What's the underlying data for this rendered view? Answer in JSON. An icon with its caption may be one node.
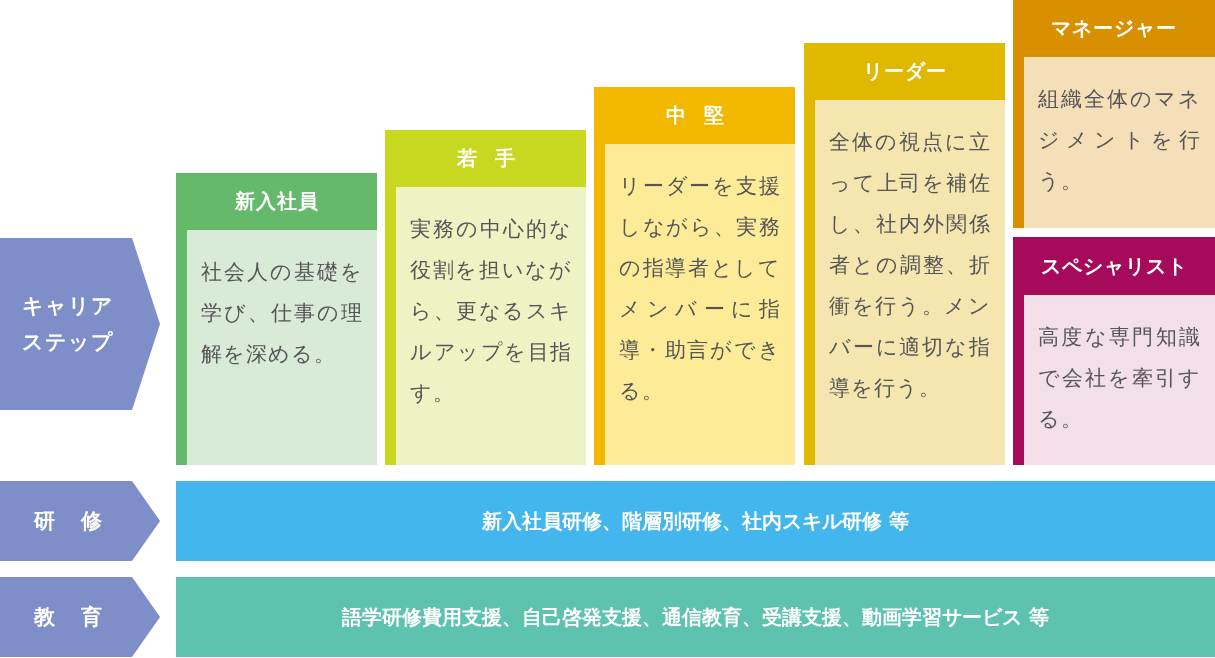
{
  "diagram": {
    "nodes": [
      {
        "text": [
          "キャリアステップ"
        ]
      },
      {
        "text": [
          "新入社員",
          "社会人の基礎を学び、仕事の理解を深める。"
        ]
      },
      {
        "text": [
          "若手",
          "実務の中心的な役割を担いながら、更なるスキルアップを目指す。"
        ]
      },
      {
        "text": [
          "中堅",
          "リーダーを支援しながら、実務の指導者としてメンバーに指導・助言ができる。"
        ]
      },
      {
        "text": [
          "リーダー",
          "全体の視点に立って上司を補佐し、社内外関係者との調整、折衝を行う。メンバーに適切な指導を行う。"
        ]
      },
      {
        "text": [
          "マネージャー",
          "組織全体のマネジメントを行う。"
        ]
      },
      {
        "text": [
          "スペシャリスト",
          "高度な専門知識で会社を牽引する。"
        ]
      },
      {
        "text": [
          "研修"
        ]
      },
      {
        "text": [
          "新入社員研修、階層別研修、社内スキル研修 等"
        ]
      },
      {
        "text": [
          "教育"
        ]
      },
      {
        "text": [
          "語学研修費用支援、自己啓発支援、通信教育、受講支援、動画学習サービス 等"
        ]
      }
    ]
  }
}
